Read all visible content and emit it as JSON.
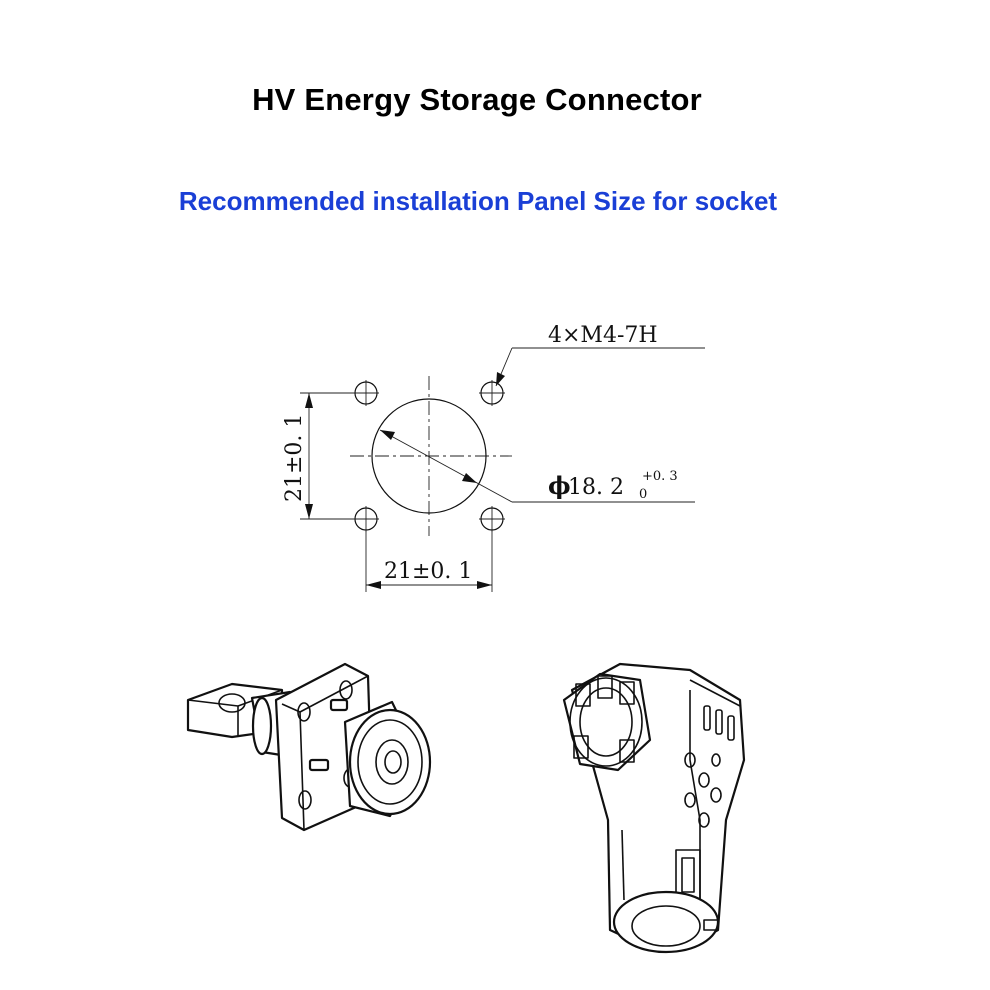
{
  "header": {
    "title": "HV Energy Storage Connector",
    "subtitle": "Recommended installation Panel Size for socket"
  },
  "drawing": {
    "thread_callout": "4×M4-7H",
    "diameter_symbol": "ϕ",
    "diameter_value": "18. 2",
    "diameter_tol_upper": "+0. 3",
    "diameter_tol_lower": "0",
    "vertical_dim": "21±0. 1",
    "horizontal_dim": "21±0. 1"
  },
  "colors": {
    "title": "#000000",
    "subtitle": "#1a3fd6",
    "line": "#111111"
  },
  "illustrations": [
    "socket-connector-isometric",
    "right-angle-plug-connector-isometric"
  ]
}
